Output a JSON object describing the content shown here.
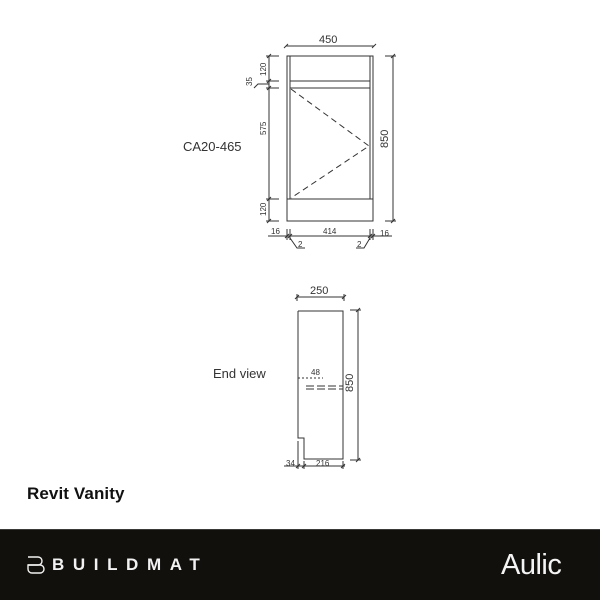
{
  "diagram": {
    "front_view": {
      "code_label": "CA20-465",
      "width_top": "450",
      "height_right": "850",
      "left_dims": [
        "120",
        "35",
        "575",
        "120"
      ],
      "bottom_dims": {
        "left_side": "16",
        "inner": "414",
        "right_side": "16",
        "gap_left": "2",
        "gap_right": "2"
      }
    },
    "end_view": {
      "label": "End view",
      "width_top": "250",
      "height_right": "850",
      "hole_offset": "48",
      "bottom_left": "34",
      "bottom_right": "216"
    }
  },
  "product": {
    "title": "Revit Vanity"
  },
  "footer": {
    "brand_left": "BUILDMAT",
    "brand_right": "Aulic",
    "background": "#12100d",
    "text_color": "#f2f2f2"
  }
}
